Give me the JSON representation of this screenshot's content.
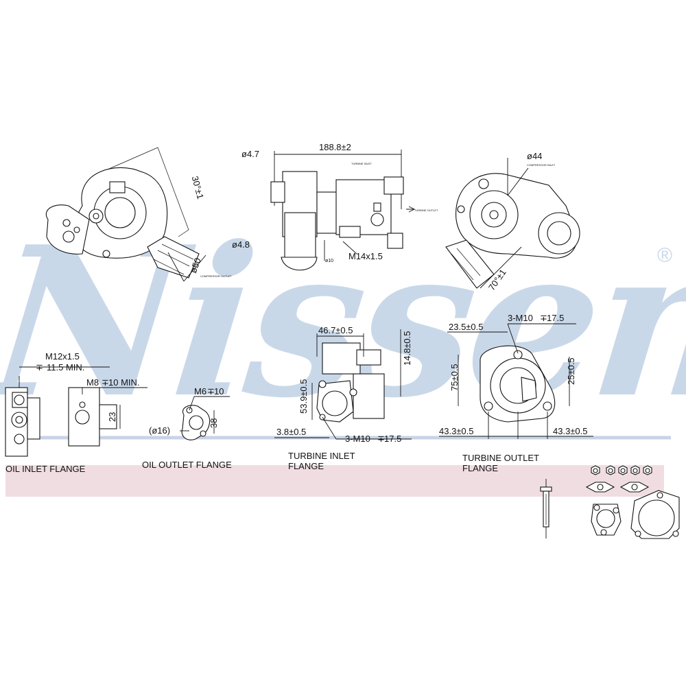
{
  "brand": {
    "watermark": "Nissens",
    "registered_mark": "®",
    "watermark_color": "#c9d8e9",
    "band_color": "#f0dde2",
    "line_color": "#c9d3e6"
  },
  "top_views": {
    "left_view": {
      "dim_angle": "30°±1",
      "dim_outlet_dia": "ø50",
      "outlet_note": "COMPRESSOR OUTLET"
    },
    "side_view": {
      "dim_length": "188.8±2",
      "dim_hole_top": "ø4.7",
      "dim_hole_bottom": "ø4.8",
      "dim_small": "ø10",
      "dim_thread": "M14x1.5",
      "turbine_inlet_note": "TURBINE INLET",
      "turbine_outlet_note": "TURBINE OUTLET"
    },
    "right_view": {
      "dim_inlet_dia": "ø44",
      "inlet_note": "COMPRESSOR INLET",
      "dim_angle": "70°±1"
    }
  },
  "flanges": {
    "oil_inlet": {
      "title": "OIL INLET FLANGE",
      "thread": "M12x1.5",
      "depth": "11.5 MIN.",
      "bolt": "M8",
      "bolt_depth": "10 MIN.",
      "dim_23": "23"
    },
    "oil_outlet": {
      "title": "OIL OUTLET FLANGE",
      "bolt": "M6",
      "bolt_depth": "10",
      "dim_dia": "(ø16)",
      "dim_38": "38"
    },
    "turbine_inlet": {
      "title_line1": "TURBINE INLET",
      "title_line2": "FLANGE",
      "dim_width": "46.7±0.5",
      "dim_height": "14.8±0.5",
      "dim_left": "53.9±0.5",
      "dim_offset": "3.8±0.5",
      "bolts": "3-M10",
      "bolt_depth": "17.5"
    },
    "turbine_outlet": {
      "title_line1": "TURBINE OUTLET",
      "title_line2": "FLANGE",
      "dim_top": "23.5±0.5",
      "bolts": "3-M10",
      "bolt_depth": "17.5",
      "dim_75": "75±0.5",
      "dim_25": "25±0.5",
      "dim_left": "43.3±0.5",
      "dim_right": "43.3±0.5"
    }
  },
  "icons": [
    "syringe-icon",
    "nut-icon",
    "washer-icon",
    "gasket-icon",
    "oil-flange-gasket-icon",
    "exhaust-gasket-icon"
  ]
}
